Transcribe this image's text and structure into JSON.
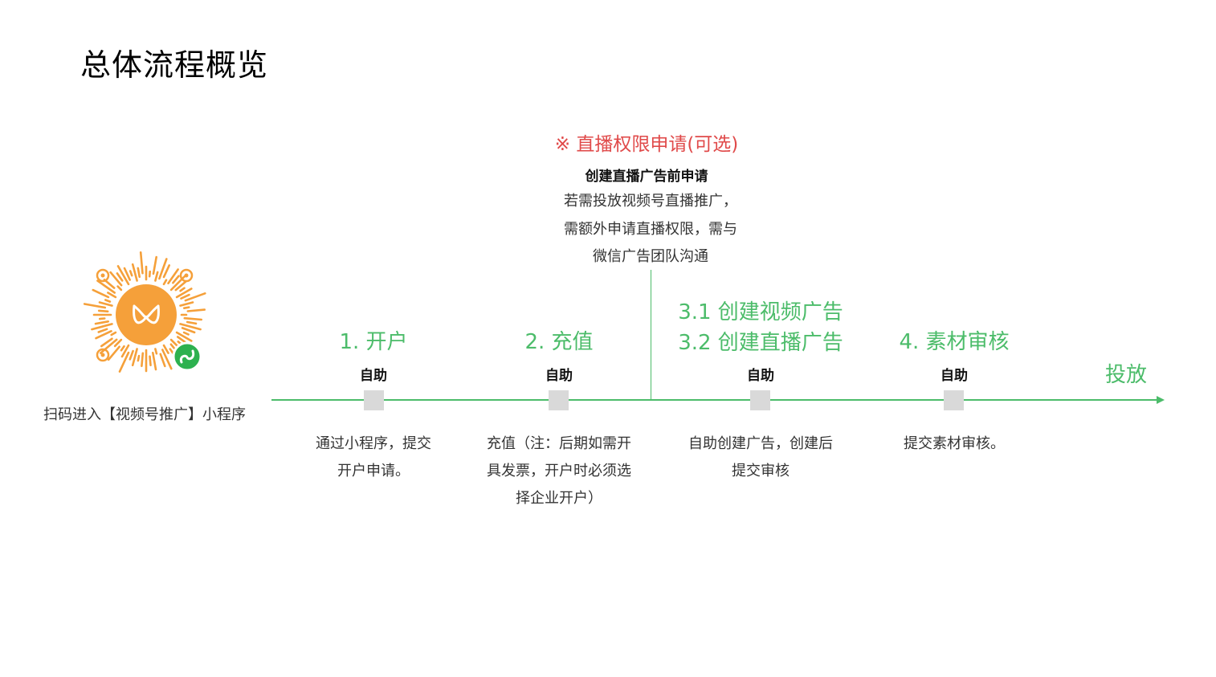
{
  "page": {
    "title": "总体流程概览"
  },
  "note": {
    "title": "※ 直播权限申请(可选)",
    "subtitle": "创建直播广告前申请",
    "lines": [
      "若需投放视频号直播推广，",
      "需额外申请直播权限，需与",
      "微信广告团队沟通"
    ]
  },
  "scan": {
    "label": "扫码进入【视频号推广】小程序"
  },
  "steps": [
    {
      "title": "1. 开户",
      "auto": "自助",
      "desc": [
        "通过小程序，提交",
        "开户申请。"
      ]
    },
    {
      "title": "2. 充值",
      "auto": "自助",
      "desc": [
        "充值（注：后期如需开",
        "具发票，开户时必须选",
        "择企业开户）"
      ]
    },
    {
      "title_lines": [
        "3.1 创建视频广告",
        "3.2 创建直播广告"
      ],
      "auto": "自助",
      "desc": [
        "自助创建广告，创建后",
        "提交审核"
      ]
    },
    {
      "title": "4. 素材审核",
      "auto": "自助",
      "desc": [
        "提交素材审核。"
      ]
    }
  ],
  "end": {
    "label": "投放"
  },
  "colors": {
    "green": "#4cbc6a",
    "red": "#e04a4a",
    "orange": "#f5a03a",
    "marker": "#d9d9d9"
  }
}
